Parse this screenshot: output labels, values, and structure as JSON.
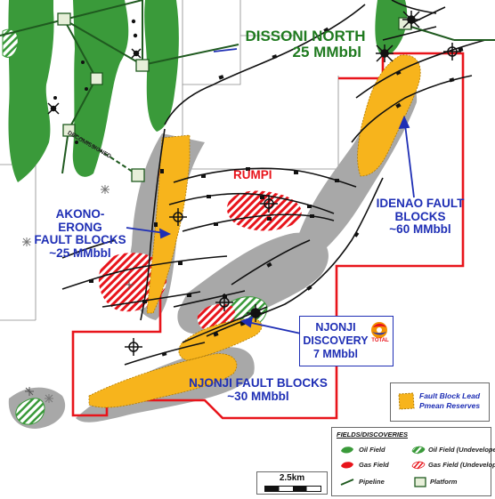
{
  "labels": {
    "dissoni_name": "DISSONI NORTH",
    "dissoni_volume": "25 MMbbl",
    "rumpi": "RUMPI",
    "akono_line1": "AKONO-ERONG",
    "akono_line2": "FAULT BLOCKS",
    "akono_volume": "~25 MMbbl",
    "idenao_line1": "IDENAO FAULT",
    "idenao_line2": "BLOCKS",
    "idenao_volume": "~60 MMbbl",
    "njonji_disc_line1": "NJONJI",
    "njonji_disc_line2": "DISCOVERY",
    "njonji_disc_volume": "7 MMbbl",
    "njonji_fb_line1": "NJONJI FAULT BLOCKS",
    "njonji_fb_volume": "~30 MMbbl",
    "decommissioned": "DECOMISSIONED",
    "total_logo_text": "TOTAL"
  },
  "legend_lead": {
    "line1": "Fault Block Lead",
    "line2": "Pmean Reserves"
  },
  "legend_fields": {
    "title": "FIELDS/DISCOVERIES",
    "oil_field": "Oil Field",
    "oil_field_undeveloped": "Oil Field (Undeveloped)",
    "gas_field": "Gas Field",
    "gas_field_undeveloped": "Gas Field (Undeveloped)",
    "pipeline": "Pipeline",
    "platform": "Platform"
  },
  "scale_bar": {
    "label": "2.5km"
  },
  "colors": {
    "oil_field": "#3a9a3a",
    "gas_field": "#e8141b",
    "fault_block_lead": "#f7b41c",
    "license_boundary": "#e8141b",
    "trend_gray": "#a8a8a8",
    "pipeline": "#1f5a1f",
    "annotation_blue": "#1f2fb5"
  }
}
